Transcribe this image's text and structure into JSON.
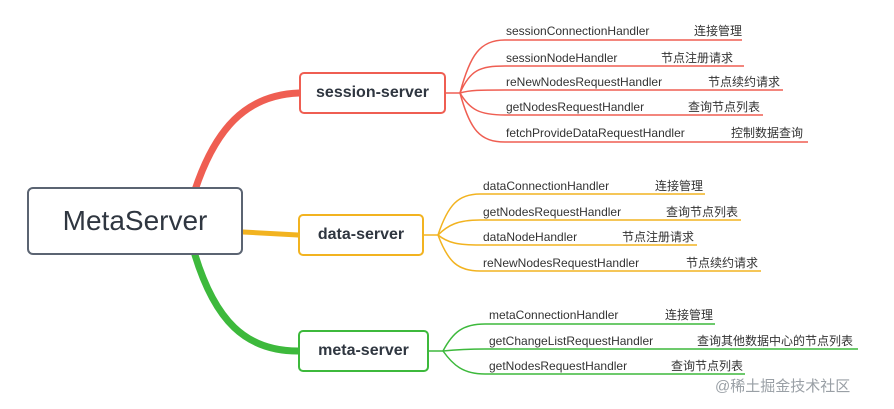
{
  "root": {
    "label": "MetaServer"
  },
  "colors": {
    "session": "#ef5e52",
    "data": "#f2b320",
    "meta": "#3db93c"
  },
  "branches": [
    {
      "key": "session",
      "label": "session-server",
      "leaves": [
        {
          "handler": "sessionConnectionHandler",
          "desc": "连接管理"
        },
        {
          "handler": "sessionNodeHandler",
          "desc": "节点注册请求"
        },
        {
          "handler": "reNewNodesRequestHandler",
          "desc": "节点续约请求"
        },
        {
          "handler": "getNodesRequestHandler",
          "desc": "查询节点列表"
        },
        {
          "handler": "fetchProvideDataRequestHandler",
          "desc": "控制数据查询"
        }
      ]
    },
    {
      "key": "data",
      "label": "data-server",
      "leaves": [
        {
          "handler": "dataConnectionHandler",
          "desc": "连接管理"
        },
        {
          "handler": "getNodesRequestHandler",
          "desc": "查询节点列表"
        },
        {
          "handler": "dataNodeHandler",
          "desc": "节点注册请求"
        },
        {
          "handler": "reNewNodesRequestHandler",
          "desc": "节点续约请求"
        }
      ]
    },
    {
      "key": "meta",
      "label": "meta-server",
      "leaves": [
        {
          "handler": "metaConnectionHandler",
          "desc": "连接管理"
        },
        {
          "handler": "getChangeListRequestHandler",
          "desc": "查询其他数据中心的节点列表"
        },
        {
          "handler": "getNodesRequestHandler",
          "desc": "查询节点列表"
        }
      ]
    }
  ],
  "watermark": "@稀土掘金技术社区"
}
